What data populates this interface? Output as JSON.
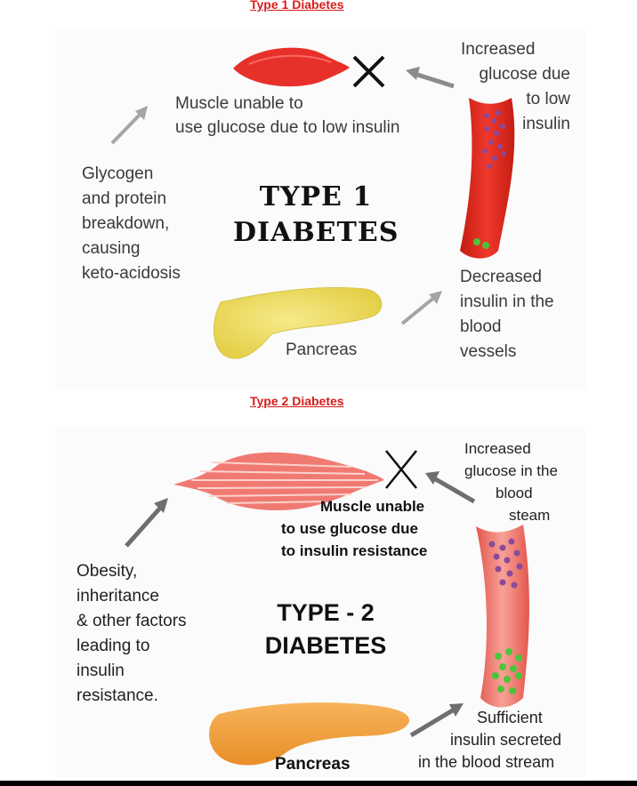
{
  "type1": {
    "heading": "Type 1 Diabetes",
    "title_line1": "TYPE 1",
    "title_line2": "DIABETES",
    "muscle_text": [
      "Muscle unable to",
      "use glucose due to low insulin"
    ],
    "glucose_text": [
      "Increased",
      "glucose due",
      "to low",
      "insulin"
    ],
    "glycogen_text": [
      "Glycogen",
      "and protein",
      "breakdown,",
      "causing",
      "keto-acidosis"
    ],
    "insulin_text": [
      "Decreased",
      "insulin in the",
      "blood",
      "vessels"
    ],
    "pancreas_label": "Pancreas"
  },
  "type2": {
    "heading": "Type 2 Diabetes",
    "title_line1": "TYPE - 2",
    "title_line2": "DIABETES",
    "muscle_text": [
      "Muscle unable",
      "to use glucose due",
      "to insulin resistance"
    ],
    "glucose_text": [
      "Increased",
      "glucose in the",
      "blood",
      "steam"
    ],
    "obesity_text": [
      "Obesity,",
      "inheritance",
      "& other factors",
      "leading to",
      "insulin",
      "resistance."
    ],
    "insulin_text": [
      "Sufficient",
      "insulin secreted",
      "in the blood stream"
    ],
    "pancreas_label": "Pancreas"
  },
  "colors": {
    "heading": "#d81c1c",
    "muscle_type1": "#e8302a",
    "vessel_type1": "#ef2a1f",
    "pancreas_type1": "#f1e06a",
    "muscle_type2": "#f07a72",
    "vessel_type2": "#f48478",
    "pancreas_type2": "#f3a340",
    "glucose_dots": "#8a4a9a",
    "insulin_dots": "#4cc43a",
    "arrow": "#8c8c8c"
  }
}
